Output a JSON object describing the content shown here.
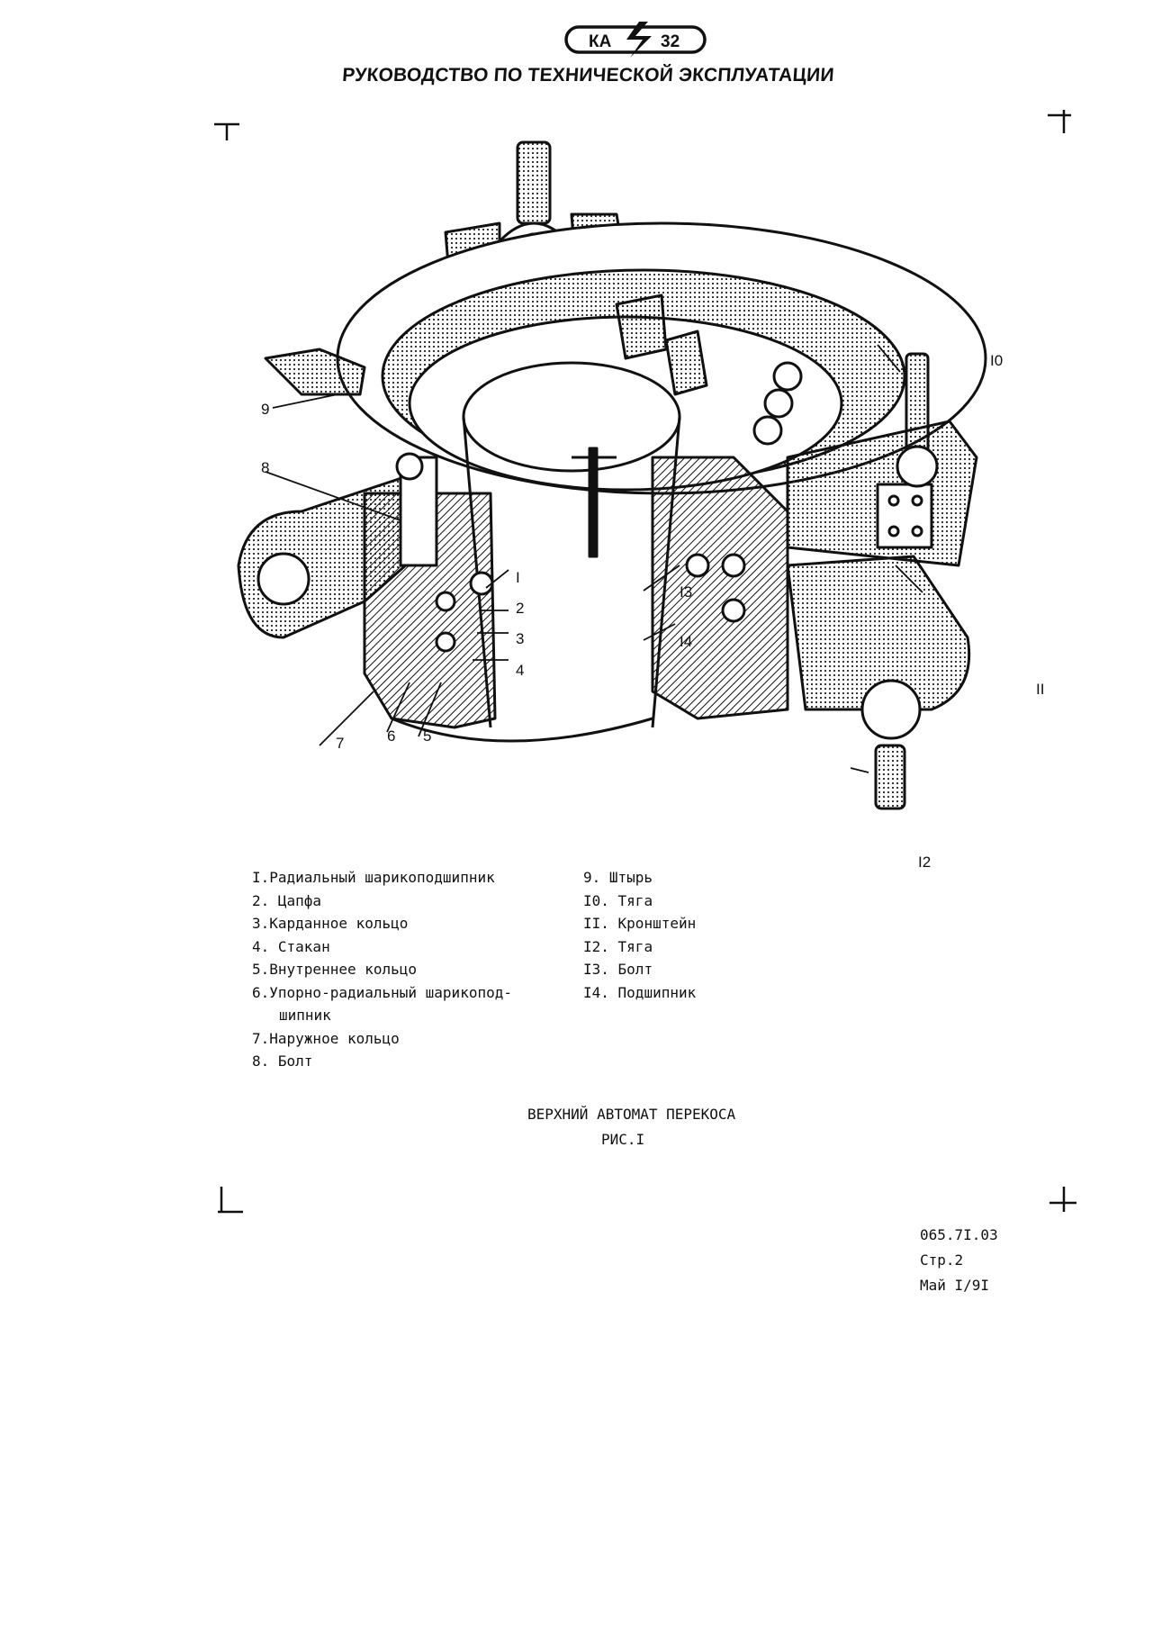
{
  "header": {
    "logo_left": "КА",
    "logo_right": "32",
    "title": "РУКОВОДСТВО ПО ТЕХНИЧЕСКОЙ ЭКСПЛУАТАЦИИ"
  },
  "figure": {
    "callouts": [
      "I",
      "2",
      "3",
      "4",
      "5",
      "6",
      "7",
      "8",
      "9",
      "I0",
      "II",
      "I2",
      "I3",
      "I4"
    ]
  },
  "legend": {
    "left": [
      {
        "num": "I.",
        "text": "Радиальный шарикоподшипник"
      },
      {
        "num": "2.",
        "text": " Цапфа"
      },
      {
        "num": "3.",
        "text": "Карданное кольцо"
      },
      {
        "num": "4.",
        "text": " Стакан"
      },
      {
        "num": "5.",
        "text": "Внутреннее кольцо"
      },
      {
        "num": "6.",
        "text": "Упорно-радиальный шарикопод-"
      },
      {
        "num": "",
        "text": "шипник"
      },
      {
        "num": "7.",
        "text": "Наружное кольцо"
      },
      {
        "num": "8.",
        "text": " Болт"
      }
    ],
    "right": [
      {
        "num": "9.",
        "text": " Штырь"
      },
      {
        "num": "I0.",
        "text": " Тяга"
      },
      {
        "num": "II.",
        "text": " Кронштейн"
      },
      {
        "num": "I2.",
        "text": " Тяга"
      },
      {
        "num": "I3.",
        "text": " Болт"
      },
      {
        "num": "I4.",
        "text": " Подшипник"
      }
    ]
  },
  "caption": {
    "title": "ВЕРХНИЙ АВТОМАТ ПЕРЕКОСА",
    "figure_label": "РИС.I"
  },
  "footer": {
    "doc_number": "065.7I.03",
    "page": "Стр.2",
    "date": "Май I/9I"
  }
}
